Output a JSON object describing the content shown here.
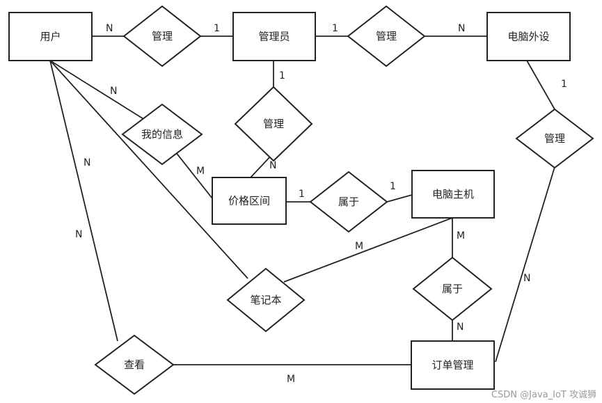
{
  "entities": {
    "user": "用户",
    "admin": "管理员",
    "peripheral": "电脑外设",
    "price_range": "价格区间",
    "host": "电脑主机",
    "order_mgmt": "订单管理"
  },
  "relationships": {
    "manage_user": "管理",
    "manage_peripheral": "管理",
    "manage_price": "管理",
    "manage_order": "管理",
    "my_info": "我的信息",
    "belongs_price": "属于",
    "belongs_order": "属于",
    "notebook": "笔记本",
    "view": "查看"
  },
  "cardinalities": {
    "user_manage": "N",
    "admin_manage_user": "1",
    "admin_manage_peripheral": "1",
    "peripheral_manage": "N",
    "admin_manage_price": "1",
    "price_manage": "N",
    "peripheral_manage_order": "1",
    "order_manage": "N",
    "user_myinfo": "N",
    "price_myinfo": "M",
    "user_view_left": "N",
    "user_view_lower": "N",
    "price_belongs": "1",
    "host_belongs": "1",
    "host_notebook": "M",
    "host_belongs_order": "M",
    "order_belongs": "N",
    "view_order": "M"
  },
  "watermark": "CSDN @Java_IoT 攻诚狮"
}
